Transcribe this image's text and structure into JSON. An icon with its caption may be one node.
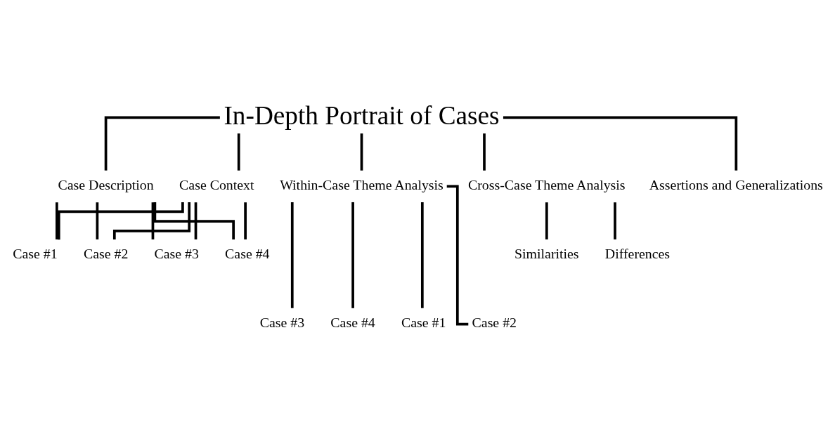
{
  "diagram": {
    "nodes": [
      {
        "text": [
          "In-Depth Portrait of Cases"
        ]
      },
      {
        "text": [
          "Case Context"
        ]
      },
      {
        "text": [
          "Case Description"
        ]
      },
      {
        "text": [
          "Within-Case Theme Analysis"
        ]
      },
      {
        "text": [
          "Cross-Case Theme Analysis"
        ]
      },
      {
        "text": [
          "Assertions and Generalizations"
        ]
      },
      {
        "text": [
          "Case #1"
        ]
      },
      {
        "text": [
          "Case #2"
        ]
      },
      {
        "text": [
          "Case #3"
        ]
      },
      {
        "text": [
          "Case #4"
        ]
      },
      {
        "text": [
          "Similarities"
        ]
      },
      {
        "text": [
          "Differences"
        ]
      },
      {
        "text": [
          "Case #1"
        ]
      },
      {
        "text": [
          "Case #2"
        ]
      },
      {
        "text": [
          "Case #3"
        ]
      },
      {
        "text": [
          "Case #4"
        ]
      }
    ],
    "edges": [
      {
        "from": 0,
        "to": 1,
        "arrow": "none"
      },
      {
        "from": 0,
        "to": 2,
        "arrow": "none"
      },
      {
        "from": 0,
        "to": 3,
        "arrow": "none"
      },
      {
        "from": 0,
        "to": 4,
        "arrow": "none"
      },
      {
        "from": 0,
        "to": 5,
        "arrow": "none"
      },
      {
        "from": 1,
        "to": 6,
        "arrow": "none"
      },
      {
        "from": 1,
        "to": 7,
        "arrow": "none"
      },
      {
        "from": 1,
        "to": 8,
        "arrow": "none"
      },
      {
        "from": 1,
        "to": 9,
        "arrow": "none"
      },
      {
        "from": 2,
        "to": 6,
        "arrow": "none"
      },
      {
        "from": 2,
        "to": 7,
        "arrow": "none"
      },
      {
        "from": 2,
        "to": 8,
        "arrow": "none"
      },
      {
        "from": 2,
        "to": 9,
        "arrow": "none"
      },
      {
        "from": 3,
        "to": 12,
        "arrow": "none"
      },
      {
        "from": 3,
        "to": 13,
        "arrow": "none"
      },
      {
        "from": 3,
        "to": 14,
        "arrow": "none"
      },
      {
        "from": 3,
        "to": 15,
        "arrow": "none"
      },
      {
        "from": 4,
        "to": 10,
        "arrow": "none"
      },
      {
        "from": 4,
        "to": 11,
        "arrow": "none"
      }
    ]
  }
}
